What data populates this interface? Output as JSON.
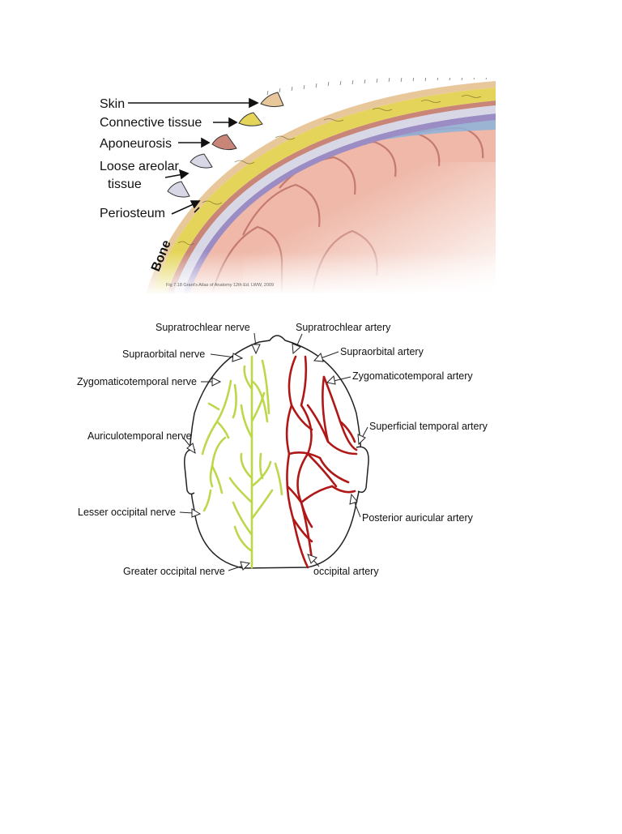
{
  "scalp_layers": {
    "labels": [
      {
        "id": "skin",
        "text": "Skin"
      },
      {
        "id": "connective",
        "text": "Connective tissue"
      },
      {
        "id": "aponeurosis",
        "text": "Aponeurosis"
      },
      {
        "id": "loose1",
        "text": "Loose areolar"
      },
      {
        "id": "loose2",
        "text": "tissue"
      },
      {
        "id": "periosteum",
        "text": "Periosteum"
      }
    ],
    "bone_label": "Bone",
    "credit": "Fig 7.18 Grant's Atlas of Anatomy 12th Ed. LWW, 2009",
    "colors": {
      "skin": "#e8c79a",
      "connective": "#e4d55a",
      "aponeurosis": "#c98578",
      "loose_areolar": "#d7d7e6",
      "periosteum": "#9b8cc4",
      "bone": "#efb8a8",
      "vessel_blue": "#8db3dc"
    }
  },
  "scalp_vessels": {
    "nerves": [
      {
        "id": "supratrochlear-nerve",
        "text": "Supratrochlear nerve"
      },
      {
        "id": "supraorbital-nerve",
        "text": "Supraorbital nerve"
      },
      {
        "id": "zygomaticotemporal-nerve",
        "text": "Zygomaticotemporal nerve"
      },
      {
        "id": "auriculotemporal-nerve",
        "text": "Auriculotemporal nerve"
      },
      {
        "id": "lesser-occipital-nerve",
        "text": "Lesser occipital nerve"
      },
      {
        "id": "greater-occipital-nerve",
        "text": "Greater occipital nerve"
      }
    ],
    "arteries": [
      {
        "id": "supratrochlear-artery",
        "text": "Supratrochlear artery"
      },
      {
        "id": "supraorbital-artery",
        "text": "Supraorbital artery"
      },
      {
        "id": "zygomaticotemporal-artery",
        "text": "Zygomaticotemporal artery"
      },
      {
        "id": "superficial-temporal-artery",
        "text": "Superficial temporal artery"
      },
      {
        "id": "posterior-auricular-artery",
        "text": "Posterior auricular artery"
      },
      {
        "id": "occipital-artery",
        "text": "occipital artery"
      }
    ],
    "colors": {
      "nerve": "#bcd84a",
      "artery": "#b01818",
      "outline": "#222222"
    }
  }
}
